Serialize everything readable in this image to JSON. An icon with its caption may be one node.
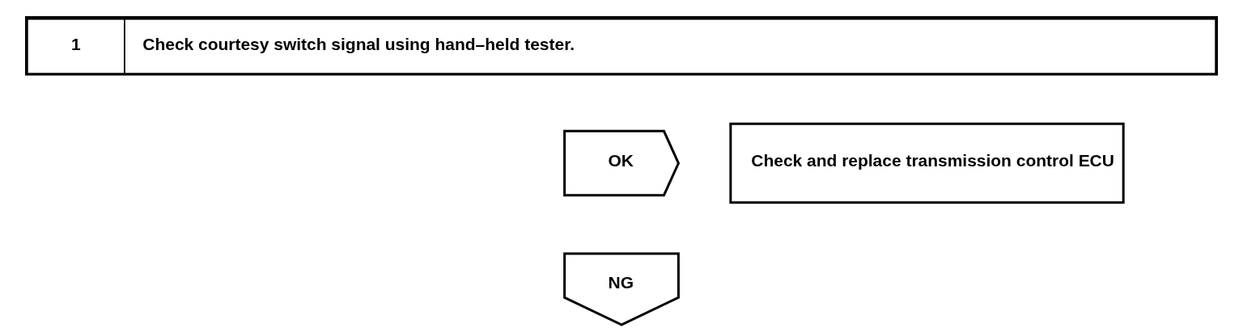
{
  "diagram": {
    "nodes": [
      {
        "text": [
          "1",
          "Check courtesy switch signal using hand–held tester."
        ]
      },
      {
        "text": [
          "OK"
        ]
      },
      {
        "text": [
          "Check and replace transmission control ECU"
        ]
      },
      {
        "text": [
          "NG"
        ]
      }
    ],
    "edges": []
  }
}
